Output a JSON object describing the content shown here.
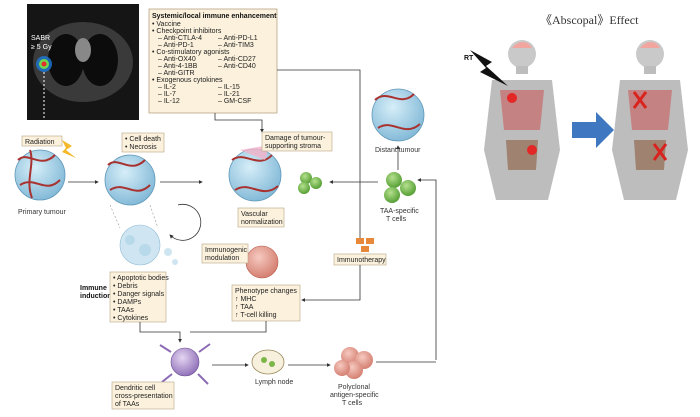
{
  "ct_label": {
    "line1": "SABR",
    "line2": "≥ 5 Gy"
  },
  "enhancement_box": {
    "title": "Systemic/local immune enhancement",
    "items": [
      "• Vaccine",
      "• Checkpoint inhibitors",
      "– Anti-CTLA-4",
      "– Anti-PD-L1",
      "– Anti-PD-1",
      "– Anti-TIM3",
      "• Co-stimulatory agonists",
      "– Anti-OX40",
      "– Anti-CD27",
      "– Anti-4-1BB",
      "– Anti-CD40",
      "– Anti-GITR",
      "• Exogenous cytokines",
      "– IL-2",
      "– IL-15",
      "– IL-7",
      "– IL-21",
      "– IL-12",
      "– GM-CSF"
    ]
  },
  "labels": {
    "radiation": "Radiation",
    "cell_death": [
      "• Cell death",
      "• Necrosis"
    ],
    "damage_stroma": [
      "Damage of tumour-",
      "supporting stroma"
    ],
    "distant_tumour": "Distant tumour",
    "primary_tumour": "Primary tumour",
    "vascular_normalization": [
      "Vascular",
      "normalization"
    ],
    "taa_t_cells": [
      "TAA-specific",
      "T cells"
    ],
    "immunotherapy": "Immunotherapy",
    "immunogenic_modulation": [
      "Immunogenic",
      "modulation"
    ],
    "immune_induction": [
      "Immune",
      "induction"
    ],
    "induction_list": [
      "• Apoptotic bodies",
      "• Debris",
      "• Danger signals",
      "• DAMPs",
      "• TAAs",
      "• Cytokines"
    ],
    "phenotype": [
      "Phenotype changes",
      "↑ MHC",
      "↑ TAA",
      "↑ T-cell killing"
    ],
    "dendritic": [
      "Dendritic cell",
      "cross-presentation",
      "of TAAs"
    ],
    "lymph_node": "Lymph node",
    "polyclonal": [
      "Polyclonal",
      "antigen-specific",
      "T cells"
    ],
    "abscopal_title": "《Abscopal》Effect",
    "rt": "RT"
  },
  "colors": {
    "box_fill": "#fbf1dc",
    "box_stroke": "#b7a584",
    "tumour": "#9ccbe3",
    "vessel": "#a8322f",
    "tcell": "#7ab648",
    "arrow_blue": "#3f78c1",
    "x_red": "#d8231f"
  }
}
